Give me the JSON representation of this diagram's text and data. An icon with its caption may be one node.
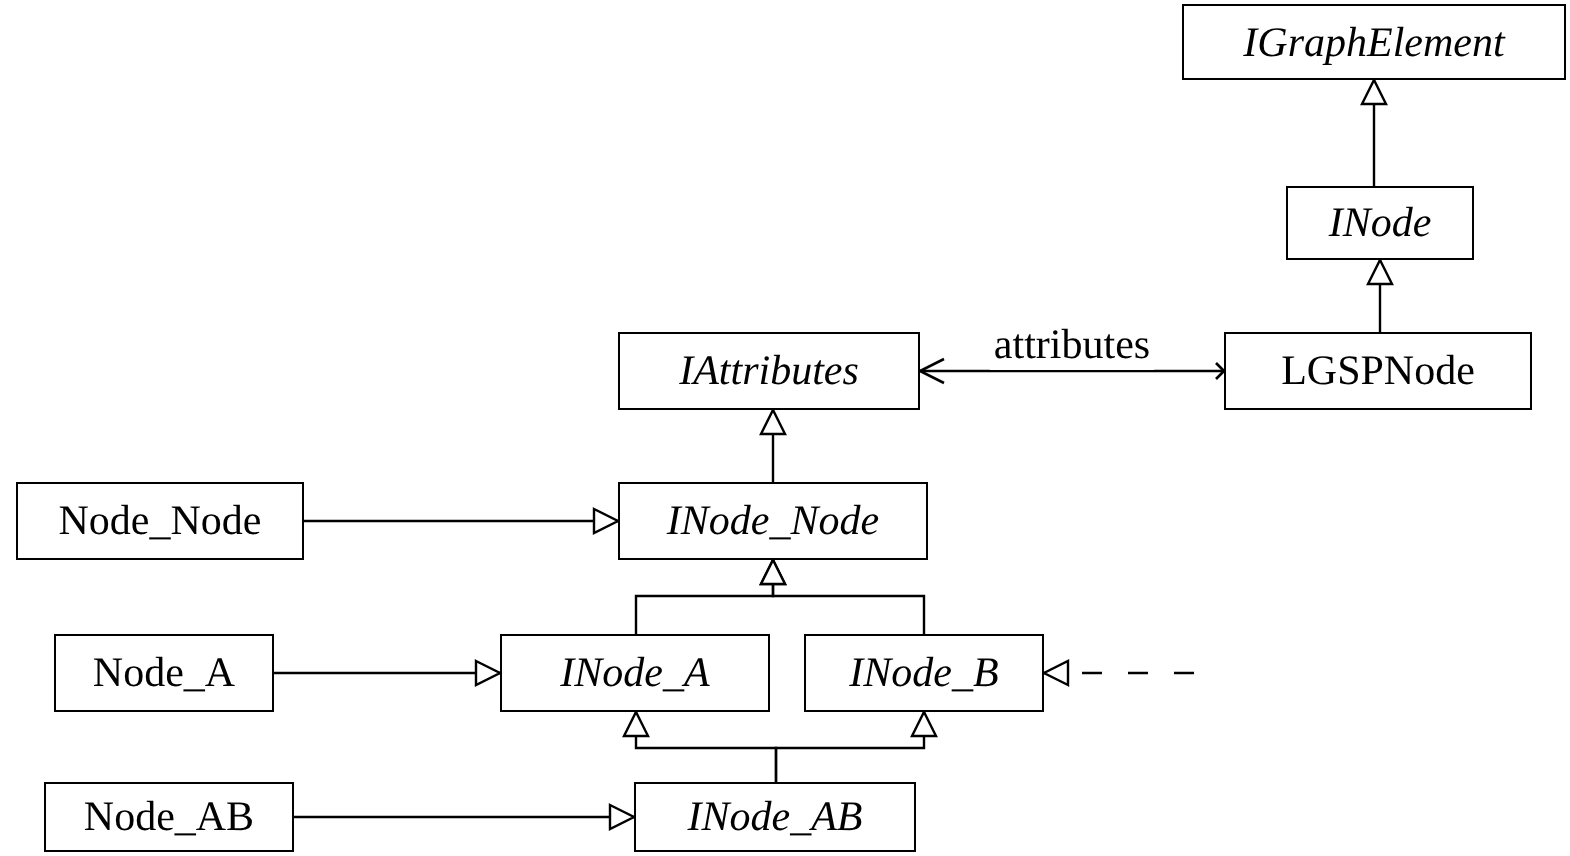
{
  "diagram": {
    "nodes": [
      {
        "text": [
          "IGraphElement"
        ]
      },
      {
        "text": [
          "INode"
        ]
      },
      {
        "text": [
          "LGSPNode"
        ]
      },
      {
        "text": [
          "IAttributes"
        ]
      },
      {
        "text": [
          "Node_Node"
        ]
      },
      {
        "text": [
          "INode_Node"
        ]
      },
      {
        "text": [
          "Node_A"
        ]
      },
      {
        "text": [
          "INode_A"
        ]
      },
      {
        "text": [
          "INode_B"
        ]
      },
      {
        "text": [
          "Node_AB"
        ]
      },
      {
        "text": [
          "INode_AB"
        ]
      }
    ],
    "edges": [
      {
        "from": 1,
        "to": 0,
        "arrow": "to"
      },
      {
        "from": 2,
        "to": 1,
        "arrow": "to"
      },
      {
        "from": 2,
        "to": 3,
        "arrow": "to",
        "label": "attributes"
      },
      {
        "from": 5,
        "to": 3,
        "arrow": "to"
      },
      {
        "from": 4,
        "to": 5,
        "arrow": "to"
      },
      {
        "from": 7,
        "to": 5,
        "arrow": "to"
      },
      {
        "from": 8,
        "to": 5,
        "arrow": "to"
      },
      {
        "from": 6,
        "to": 7,
        "arrow": "to"
      },
      {
        "from": 10,
        "to": 7,
        "arrow": "to"
      },
      {
        "from": 10,
        "to": 8,
        "arrow": "to"
      },
      {
        "from": 9,
        "to": 10,
        "arrow": "to"
      },
      {
        "from": null,
        "to": 8,
        "arrow": "to",
        "style": "dashed"
      }
    ]
  }
}
